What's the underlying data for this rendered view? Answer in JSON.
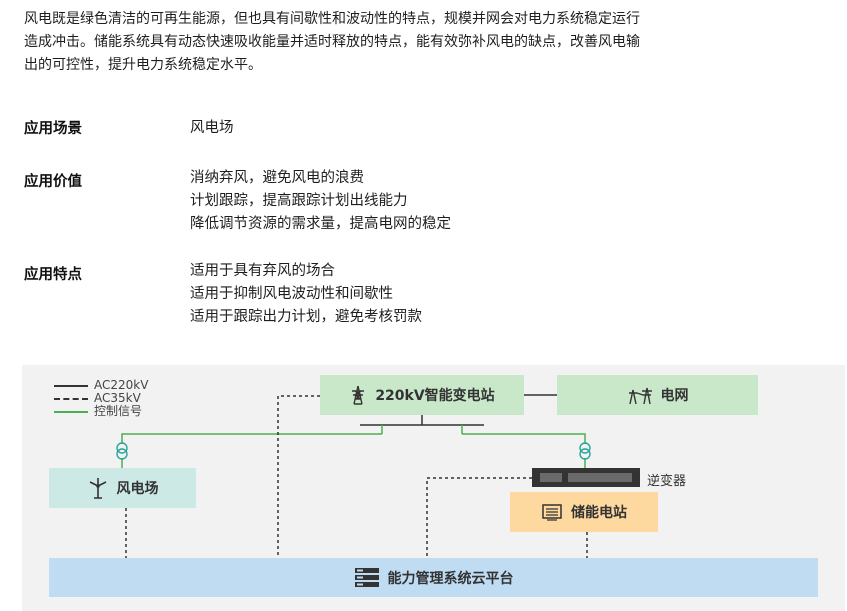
{
  "intro": {
    "lines": [
      "风电既是绿色清洁的可再生能源，但也具有间歇性和波动性的特点，规模并网会对电力系统稳定运行",
      "造成冲击。储能系统具有动态快速吸收能量并适时释放的特点，能有效弥补风电的缺点，改善风电输",
      "出的可控性，提升电力系统稳定水平。"
    ]
  },
  "sections": [
    {
      "label": "应用场景",
      "values": [
        "风电场"
      ]
    },
    {
      "label": "应用价值",
      "values": [
        "消纳弃风，避免风电的浪费",
        "计划跟踪，提高跟踪计划出线能力",
        "降低调节资源的需求量，提高电网的稳定"
      ]
    },
    {
      "label": "应用特点",
      "values": [
        "适用于具有弃风的场合",
        "适用于抑制风电波动性和间歇性",
        "适用于跟踪出力计划，避免考核罚款"
      ]
    }
  ],
  "diagram": {
    "legend": [
      "AC220kV",
      "AC35kV",
      "控制信号"
    ],
    "nodes": {
      "substation": "220kV智能变电站",
      "grid": "电网",
      "windfarm": "风电场",
      "inverter": "逆变器",
      "storage": "储能电站",
      "cloud": "能力管理系统云平台"
    },
    "icons": {
      "substation": "transmission-tower-icon",
      "grid": "power-grid-icon",
      "windfarm": "wind-turbine-icon",
      "storage": "battery-icon",
      "cloud": "server-icon",
      "transformer": "transformer-icon"
    },
    "colors": {
      "ac220kv": "#333333",
      "ac35kv": "#333333",
      "control": "#4caf50",
      "transformer": "#26a69a",
      "substation_bg": "#c9e8c9",
      "grid_bg": "#c9e8c9",
      "windfarm_bg": "#cce9e6",
      "storage_bg": "#fdd9a0",
      "cloud_bg": "#bfdcf3"
    }
  }
}
